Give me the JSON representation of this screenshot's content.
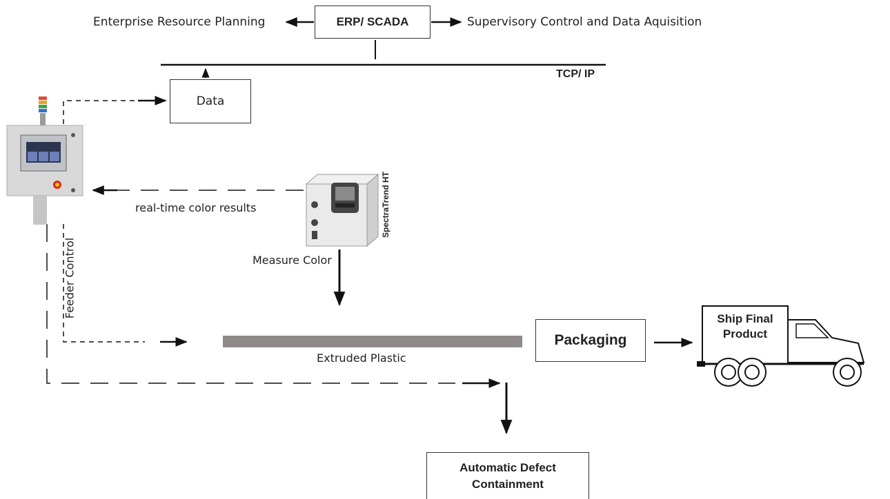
{
  "top": {
    "center_box": "ERP/ SCADA",
    "left_label": "Enterprise Resource Planning",
    "right_label": "Supervisory Control and Data Aquisition",
    "network_label": "TCP/ IP"
  },
  "data_box": "Data",
  "sensor": {
    "brand_label": "SpectraTrend HT",
    "results_label": "real-time color results",
    "measure_label": "Measure Color"
  },
  "feeder_label": "Feeder Control",
  "extruded_label": "Extruded Plastic",
  "packaging_box": "Packaging",
  "ship_label": "Ship Final Product",
  "defect_box": "Automatic Defect Containment",
  "colors": {
    "line": "#111111",
    "plastic": "#8f8a8a",
    "cabinet": "#d9d9d9",
    "stack_light": [
      "#e04a3b",
      "#f0a020",
      "#3fa34d",
      "#3b6fd0"
    ]
  }
}
